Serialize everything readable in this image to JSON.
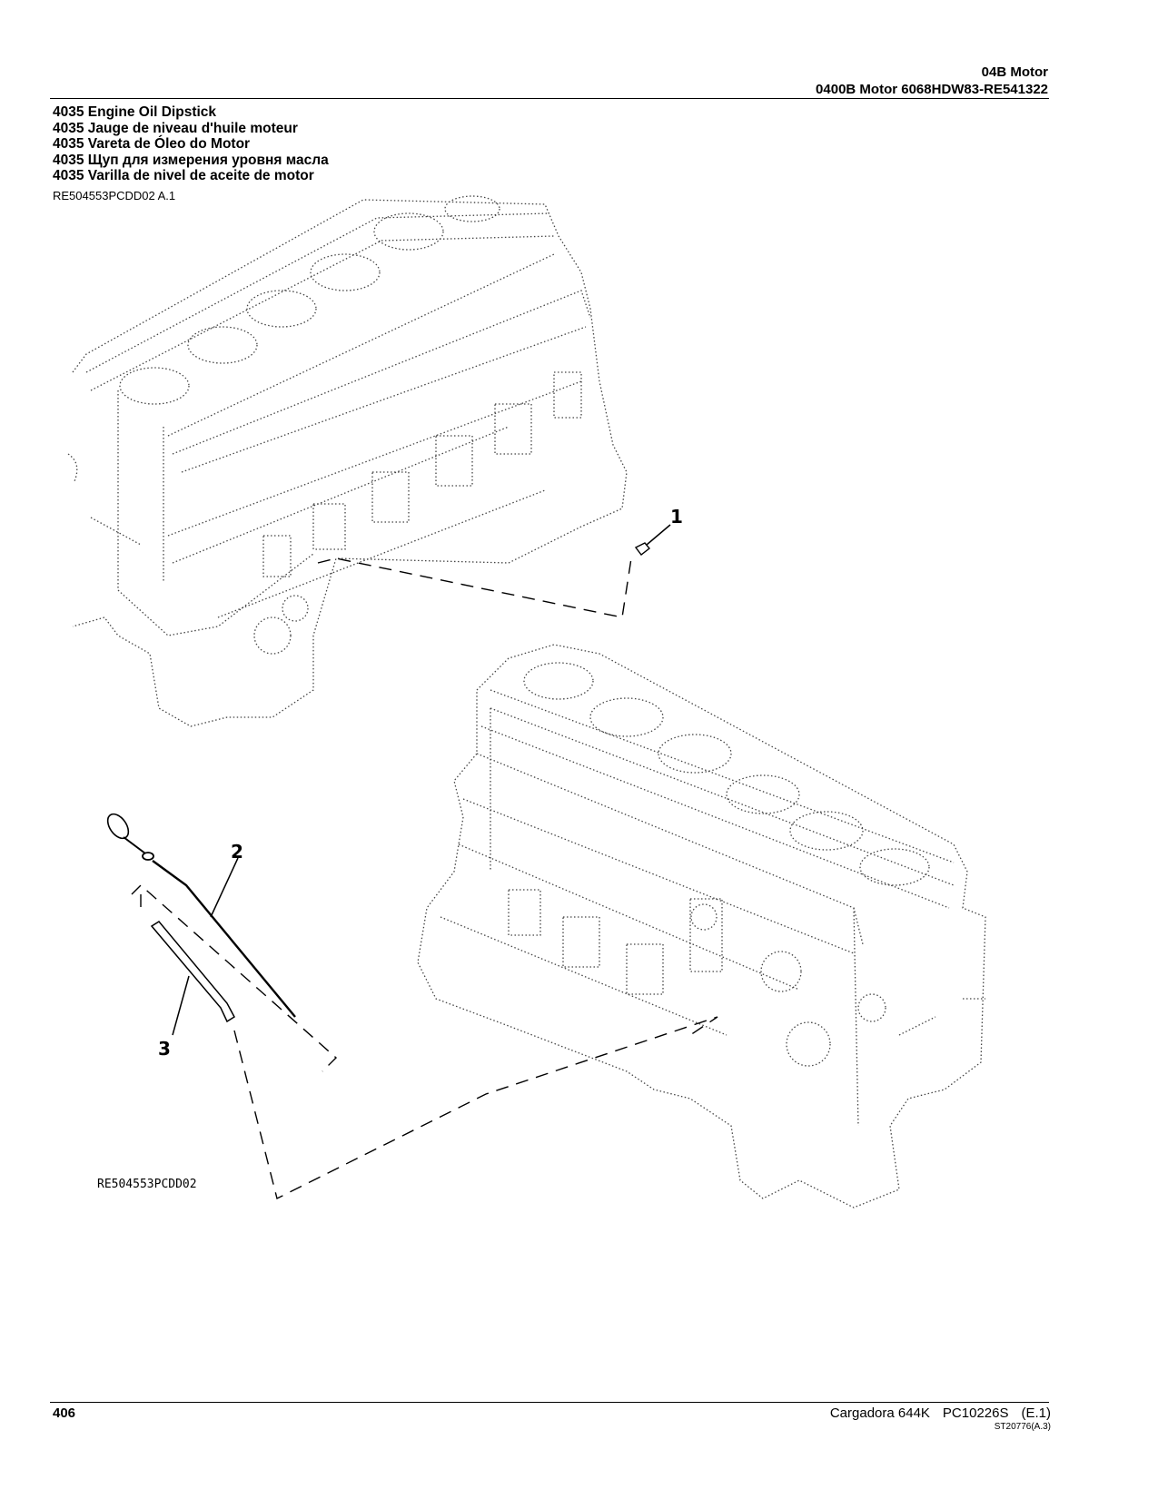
{
  "header": {
    "section": "04B Motor",
    "subsection": "0400B Motor 6068HDW83-RE541322"
  },
  "titles": [
    "4035 Engine Oil Dipstick",
    "4035 Jauge de niveau d'huile moteur",
    "4035 Vareta de Óleo do Motor",
    "4035 Щуп для измерения уровня масла",
    "4035 Varilla de nivel de aceite de motor"
  ],
  "figure_ref": "RE504553PCDD02 A.1",
  "figure": {
    "callouts": [
      "1",
      "2",
      "3"
    ],
    "drawing_id": "RE504553PCDD02"
  },
  "footer": {
    "page_number": "406",
    "machine": "Cargadora 644K",
    "publication": "PC10226S",
    "revision": "(E.1)",
    "code": "ST20776(A.3)"
  }
}
